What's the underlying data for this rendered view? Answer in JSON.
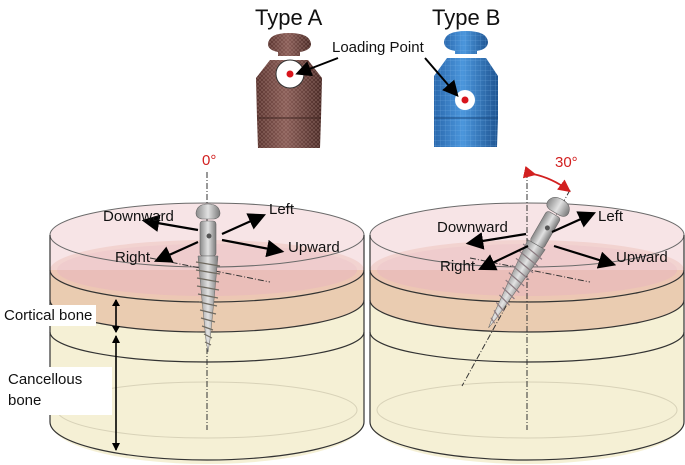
{
  "figure": {
    "type_a_label": "Type A",
    "type_b_label": "Type B",
    "loading_point_label": "Loading Point",
    "angle_left": "0°",
    "angle_right": "30°",
    "directions": {
      "left": "Left",
      "right": "Right",
      "upward": "Upward",
      "downward": "Downward"
    },
    "cortical_label": "Cortical bone",
    "cancellous_label_line1": "Cancellous",
    "cancellous_label_line2": "bone"
  },
  "colors": {
    "type_a_head": "#7a4e4a",
    "type_b_head": "#3a7fc4",
    "loading_point": "#d8141c",
    "angle_text": "#d22020",
    "cortical_band": "#e9c8ad",
    "cancellous_fill": "#f4eed0",
    "top_rim": "#e8b8bd"
  }
}
